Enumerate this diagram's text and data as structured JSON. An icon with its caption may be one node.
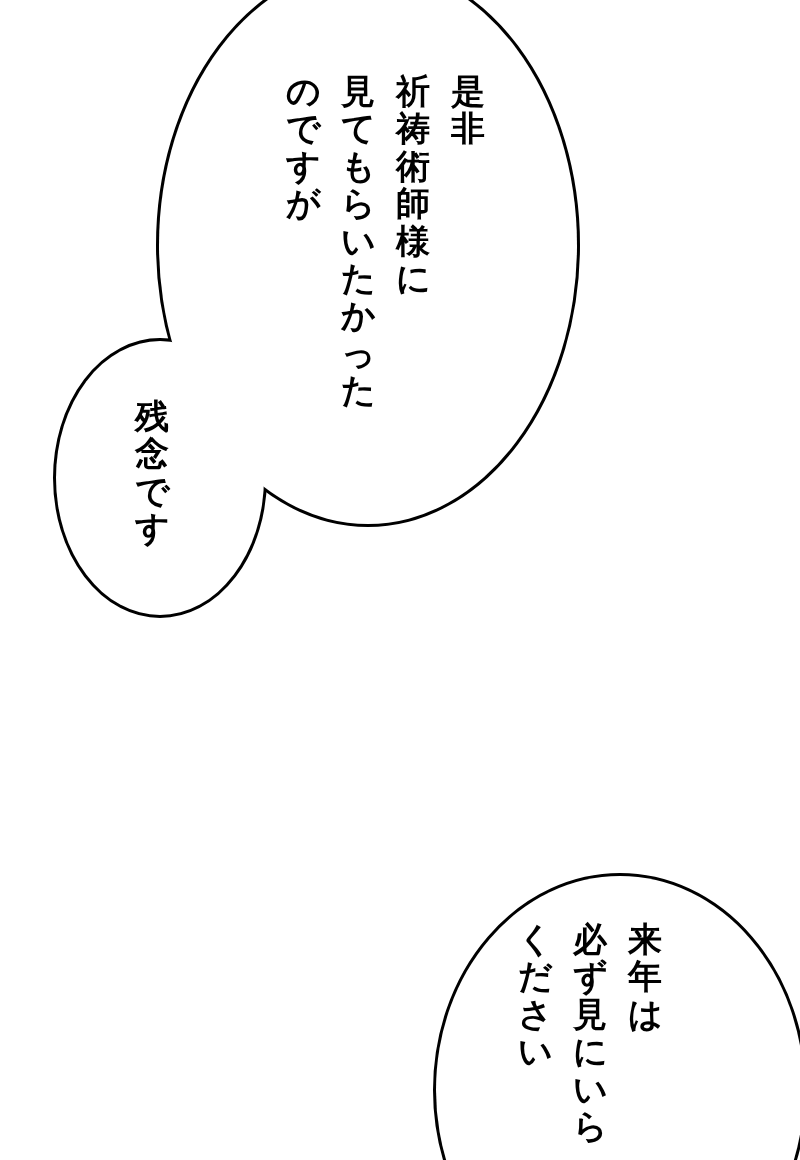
{
  "diagram": {
    "nodes": [
      {
        "text": [
          "是非祈祷術師様に見てもらいたかったのですが"
        ]
      },
      {
        "text": [
          "残念です"
        ]
      },
      {
        "text": [
          "来年は必ず見にいらください"
        ]
      }
    ]
  }
}
